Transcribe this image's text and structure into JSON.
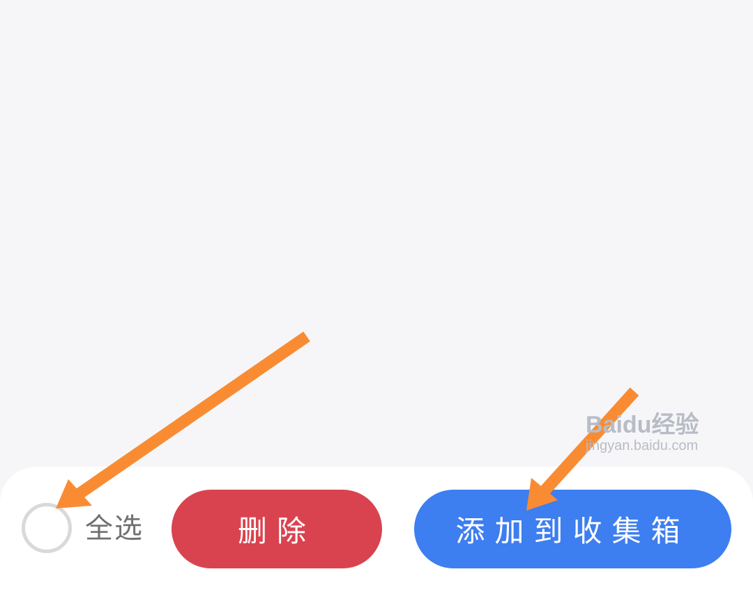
{
  "toolbar": {
    "select_all_label": "全选",
    "select_all_checked": false,
    "delete_label": "删除",
    "add_to_favorites_label": "添加到收集箱"
  },
  "colors": {
    "background": "#f6f6f8",
    "delete": "#d9434f",
    "primary": "#3d7ef0",
    "annotation_arrow": "#f98c33"
  },
  "watermark": {
    "logo": "Baidu经验",
    "url": "jingyan.baidu.com"
  }
}
